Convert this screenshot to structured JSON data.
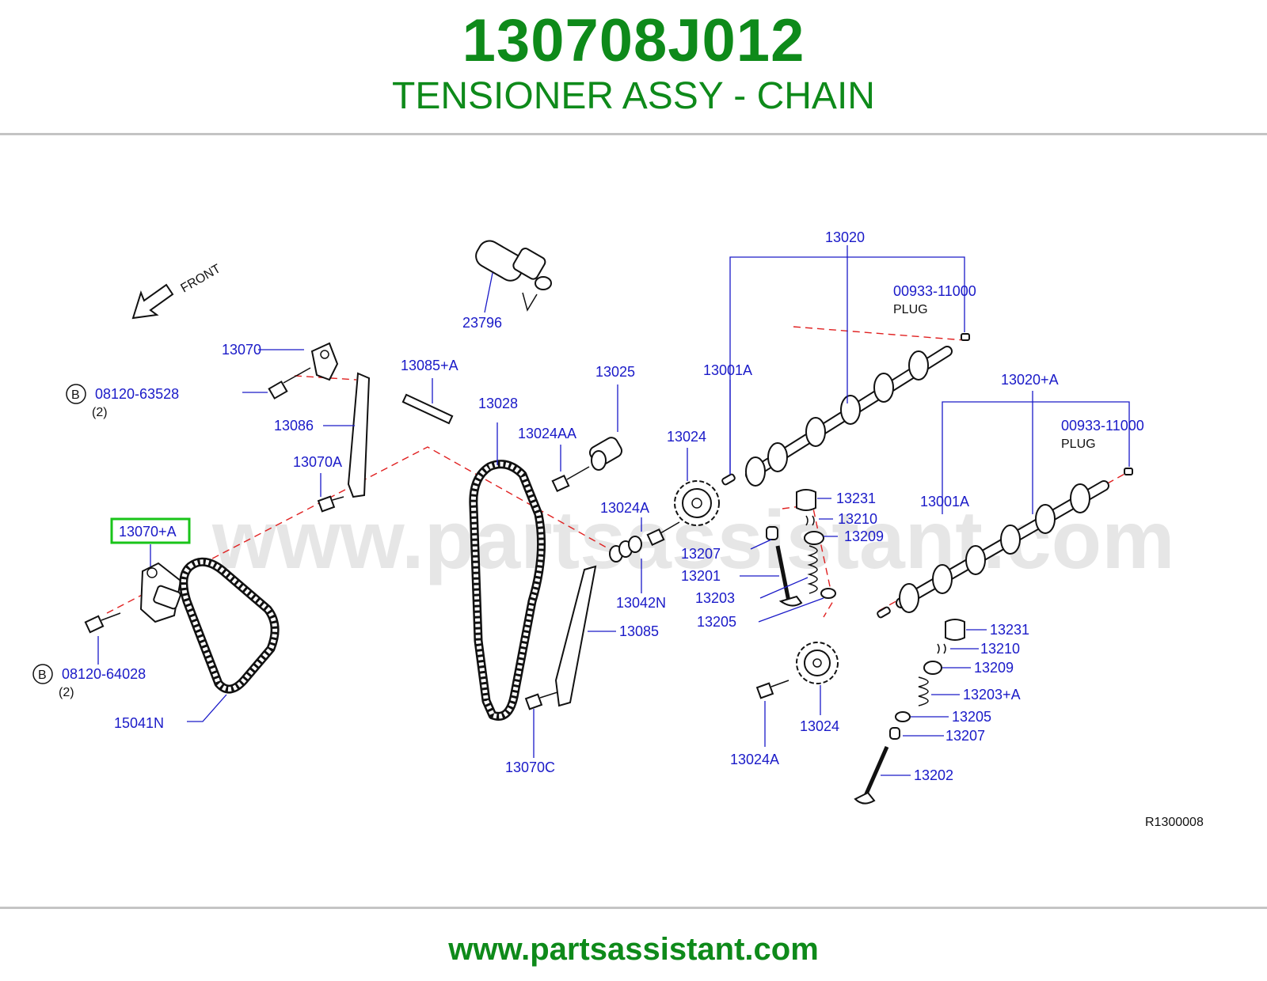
{
  "header": {
    "part_number": "130708J012",
    "part_name": "TENSIONER ASSY - CHAIN"
  },
  "diagram": {
    "front_label": "FRONT",
    "watermark": "www.partsassistant.com",
    "figure_code": "R1300008",
    "highlighted_callout": "13070+A",
    "callouts": {
      "c13070": "13070",
      "c08120_63528": "08120-63528",
      "c08120_63528_qty": "(2)",
      "c13086": "13086",
      "c13070A": "13070A",
      "c13070_A": "13070+A",
      "c08120_64028": "08120-64028",
      "c08120_64028_qty": "(2)",
      "c15041N": "15041N",
      "c13085_A": "13085+A",
      "c23796": "23796",
      "c13028": "13028",
      "c13025": "13025",
      "c13024AA": "13024AA",
      "c13024_top": "13024",
      "c13024A_mid": "13024A",
      "c13042N": "13042N",
      "c13085": "13085",
      "c13070C": "13070C",
      "c13020": "13020",
      "c00933_top": "00933-11000",
      "plug_top": "PLUG",
      "c13001A_top": "13001A",
      "c13231_top": "13231",
      "c13210_top": "13210",
      "c13209_top": "13209",
      "c13207_top": "13207",
      "c13201": "13201",
      "c13203": "13203",
      "c13205_top": "13205",
      "c13024_bottom": "13024",
      "c13024A_bottom": "13024A",
      "c13020_A": "13020+A",
      "c00933_right": "00933-11000",
      "plug_right": "PLUG",
      "c13001A_right": "13001A",
      "c13231_bottom": "13231",
      "c13210_bottom": "13210",
      "c13209_bottom": "13209",
      "c13203_A": "13203+A",
      "c13205_bottom": "13205",
      "c13207_bottom": "13207",
      "c13202": "13202",
      "bolt_marker": "B"
    }
  },
  "footer": {
    "url": "www.partsassistant.com"
  },
  "colors": {
    "title_green": "#0e8a1a",
    "callout_blue": "#1a1ac8",
    "highlight_green": "#19c419",
    "centerline_red": "#e02020"
  }
}
